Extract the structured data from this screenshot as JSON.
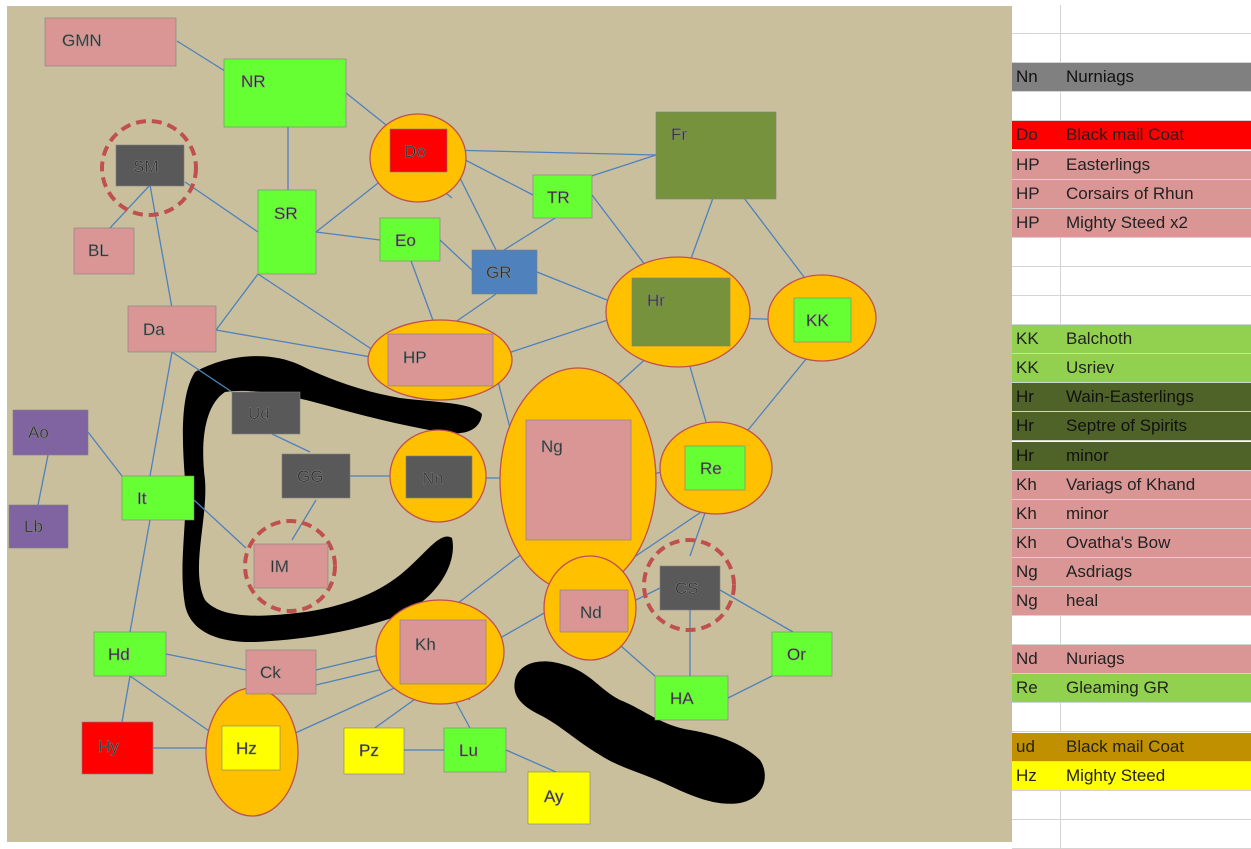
{
  "colors": {
    "board": "#c9bf9d",
    "edge": "#4f81bd",
    "ring": "#c0504d",
    "ellipse_fill": "#ffc000",
    "pink": "#d99694",
    "green": "#66ff33",
    "gray": "#595959",
    "red": "#ff0000",
    "olive": "#76923c",
    "blue": "#4f81bd",
    "purple": "#8064a2",
    "yellow": "#ffff00",
    "black": "#000000"
  },
  "nodes": {
    "GMN": "GMN",
    "NR": "NR",
    "SM": "SM",
    "Do": "Do",
    "Fr": "Fr",
    "TR": "TR",
    "SR": "SR",
    "Eo": "Eo",
    "BL": "BL",
    "GR": "GR",
    "Hr": "Hr",
    "KK": "KK",
    "Da": "Da",
    "HP": "HP",
    "Ud": "Ud",
    "Ao": "Ao",
    "Ng": "Ng",
    "GG": "GG",
    "Nn": "Nn",
    "Re": "Re",
    "It": "It",
    "Lb": "Lb",
    "IM": "IM",
    "CS": "CS",
    "Nd": "Nd",
    "Kh": "Kh",
    "Hd": "Hd",
    "Ck": "Ck",
    "Or": "Or",
    "HA": "HA",
    "Hy": "Hy",
    "Hz": "Hz",
    "Pz": "Pz",
    "Lu": "Lu",
    "Ay": "Ay"
  },
  "legend": [
    {
      "code": "",
      "name": "",
      "bg": ""
    },
    {
      "code": "",
      "name": "",
      "bg": ""
    },
    {
      "code": "Nn",
      "name": "Nurniags",
      "bg": "#808080",
      "fg": "#111111"
    },
    {
      "code": "",
      "name": "",
      "bg": ""
    },
    {
      "code": "Do",
      "name": "Black mail Coat",
      "bg": "#ff0000",
      "fg": "#222222"
    },
    {
      "code": "HP",
      "name": "Easterlings",
      "bg": "#da9694",
      "fg": "#222222"
    },
    {
      "code": "HP",
      "name": "Corsairs of Rhun",
      "bg": "#da9694",
      "fg": "#222222"
    },
    {
      "code": "HP",
      "name": "Mighty Steed x2",
      "bg": "#da9694",
      "fg": "#222222"
    },
    {
      "code": "",
      "name": "",
      "bg": ""
    },
    {
      "code": "",
      "name": "",
      "bg": ""
    },
    {
      "code": "",
      "name": "",
      "bg": ""
    },
    {
      "code": "KK",
      "name": "Balchoth",
      "bg": "#92d050",
      "fg": "#222222"
    },
    {
      "code": "KK",
      "name": "Usriev",
      "bg": "#92d050",
      "fg": "#222222"
    },
    {
      "code": "Hr",
      "name": "Wain-Easterlings",
      "bg": "#4f6228",
      "fg": "#111111"
    },
    {
      "code": "Hr",
      "name": "Septre of Spirits",
      "bg": "#4f6228",
      "fg": "#111111"
    },
    {
      "code": "Hr",
      "name": "minor",
      "bg": "#4f6228",
      "fg": "#111111"
    },
    {
      "code": "Kh",
      "name": "Variags of Khand",
      "bg": "#da9694",
      "fg": "#222222"
    },
    {
      "code": "Kh",
      "name": "minor",
      "bg": "#da9694",
      "fg": "#222222"
    },
    {
      "code": "Kh",
      "name": "Ovatha's Bow",
      "bg": "#da9694",
      "fg": "#222222"
    },
    {
      "code": "Ng",
      "name": "Asdriags",
      "bg": "#da9694",
      "fg": "#222222"
    },
    {
      "code": "Ng",
      "name": "heal",
      "bg": "#da9694",
      "fg": "#222222"
    },
    {
      "code": "",
      "name": "",
      "bg": ""
    },
    {
      "code": "Nd",
      "name": "Nuriags",
      "bg": "#da9694",
      "fg": "#222222"
    },
    {
      "code": "Re",
      "name": "Gleaming GR",
      "bg": "#92d050",
      "fg": "#222222"
    },
    {
      "code": "",
      "name": "",
      "bg": ""
    },
    {
      "code": "ud",
      "name": "Black mail Coat",
      "bg": "#c09000",
      "fg": "#222222"
    },
    {
      "code": "Hz",
      "name": "Mighty Steed",
      "bg": "#ffff00",
      "fg": "#222222"
    },
    {
      "code": "",
      "name": "",
      "bg": ""
    },
    {
      "code": "",
      "name": "",
      "bg": ""
    }
  ]
}
